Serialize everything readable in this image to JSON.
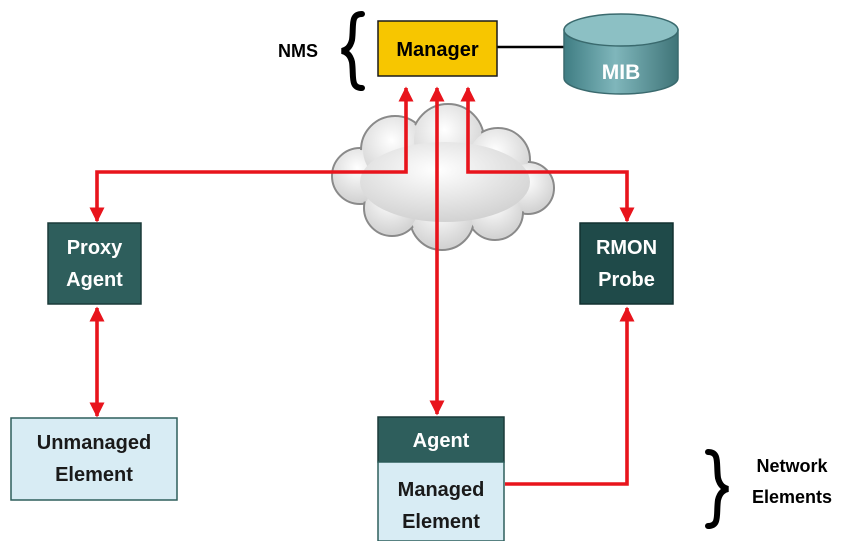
{
  "nms": {
    "label": "NMS",
    "manager_label": "Manager",
    "mib_label": "MIB"
  },
  "agents": {
    "proxy": [
      "Proxy",
      "Agent"
    ],
    "rmon": [
      "RMON",
      "Probe"
    ],
    "agent": "Agent"
  },
  "elements": {
    "unmanaged": [
      "Unmanaged",
      "Element"
    ],
    "managed": [
      "Managed",
      "Element"
    ]
  },
  "network_elements": [
    "Network",
    "Elements"
  ],
  "colors": {
    "manager_fill": "#f7c600",
    "dark_teal": "#2e5e5c",
    "darker_teal": "#1f4a49",
    "light_box": "#d8ecf4",
    "arrow": "#e8141c",
    "mib": "#5a9aa0",
    "cloud": "#e8e8e8"
  }
}
